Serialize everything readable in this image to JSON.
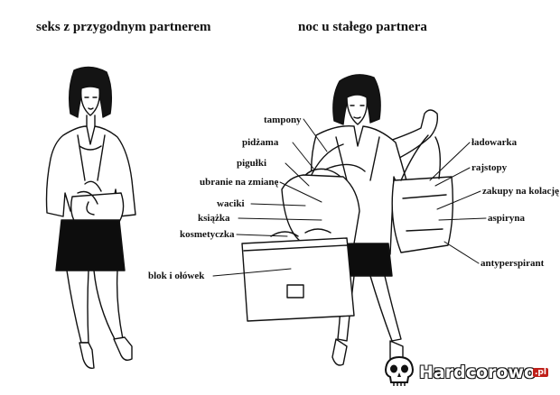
{
  "titles": {
    "left": "seks z przygodnym partnerem",
    "right": "noc u stałego partnera"
  },
  "labels": {
    "tampony": "tampony",
    "pidzama": "pidżama",
    "pigulki": "pigułki",
    "ubranie": "ubranie na zmianę",
    "waciki": "waciki",
    "ksiazka": "książka",
    "kosmetyczka": "kosmetyczka",
    "blok": "blok i ołówek",
    "ladowarka": "ładowarka",
    "rajstopy": "rajstopy",
    "zakupy": "zakupy na kolację",
    "aspiryna": "aspiryna",
    "antyperspirant": "antyperspirant"
  },
  "watermark": {
    "text": "Hardcorowo",
    "tld": ".pl",
    "icon": "skull-icon"
  },
  "colors": {
    "line": "#111111",
    "skirt": "#0d0d0d",
    "hair": "#141414",
    "watermark_accent": "#c0201a"
  }
}
